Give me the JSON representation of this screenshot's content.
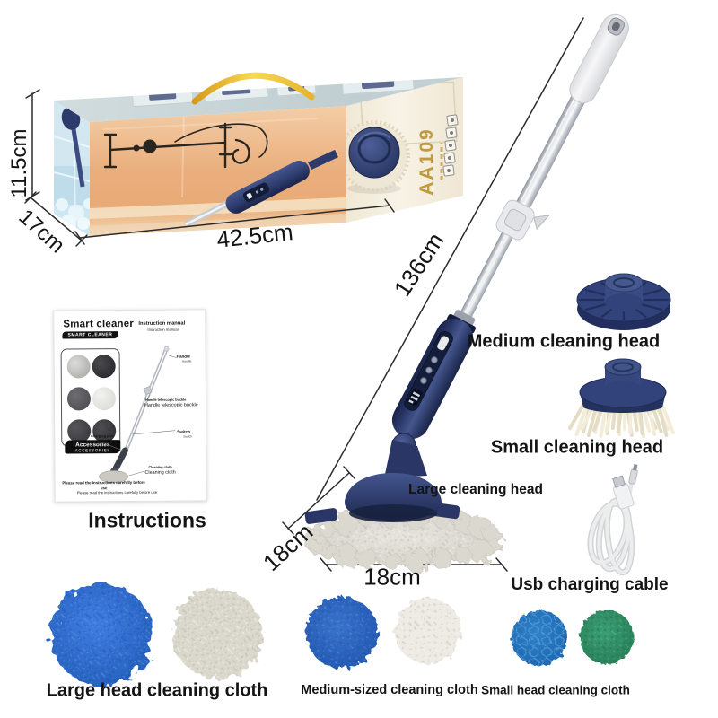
{
  "dimensions": {
    "box_height": "11.5cm",
    "box_depth": "17cm",
    "box_width": "42.5cm",
    "pole_length": "136cm",
    "head_depth": "18cm",
    "head_width": "18cm"
  },
  "box": {
    "model_number": "AA109"
  },
  "manual": {
    "title": "Smart cleaner",
    "title_badge": "SMART CLEANER",
    "heading_bold": "Instruction manual",
    "heading_sub": "Instruction manual",
    "accessories_badge_top": "Accessories",
    "accessories_badge_bottom": "ACCESSORIES",
    "parts": [
      "Handle",
      "Handle telescopic buckle",
      "Switch",
      "Charging port",
      "Cleaning cloth"
    ],
    "note_bold": "Please read the instructions carefully before use",
    "note_plain": "Please read the instructions carefully before use"
  },
  "callouts": {
    "instructions": "Instructions",
    "medium_head": "Medium cleaning head",
    "small_head": "Small cleaning head",
    "large_head": "Large cleaning head",
    "usb_cable": "Usb charging cable",
    "large_cloth": "Large head cleaning cloth",
    "medium_cloth": "Medium-sized cleaning cloth",
    "small_cloth": "Small head cleaning cloth"
  },
  "colors": {
    "product_navy": "#2e3f78",
    "box_front_orange": "#e9b184",
    "accent_yellow": "#f2c431",
    "cloth_blue": "#2a66c4",
    "cloth_green": "#2f9065",
    "gold_model_text": "#bf9a3f"
  }
}
